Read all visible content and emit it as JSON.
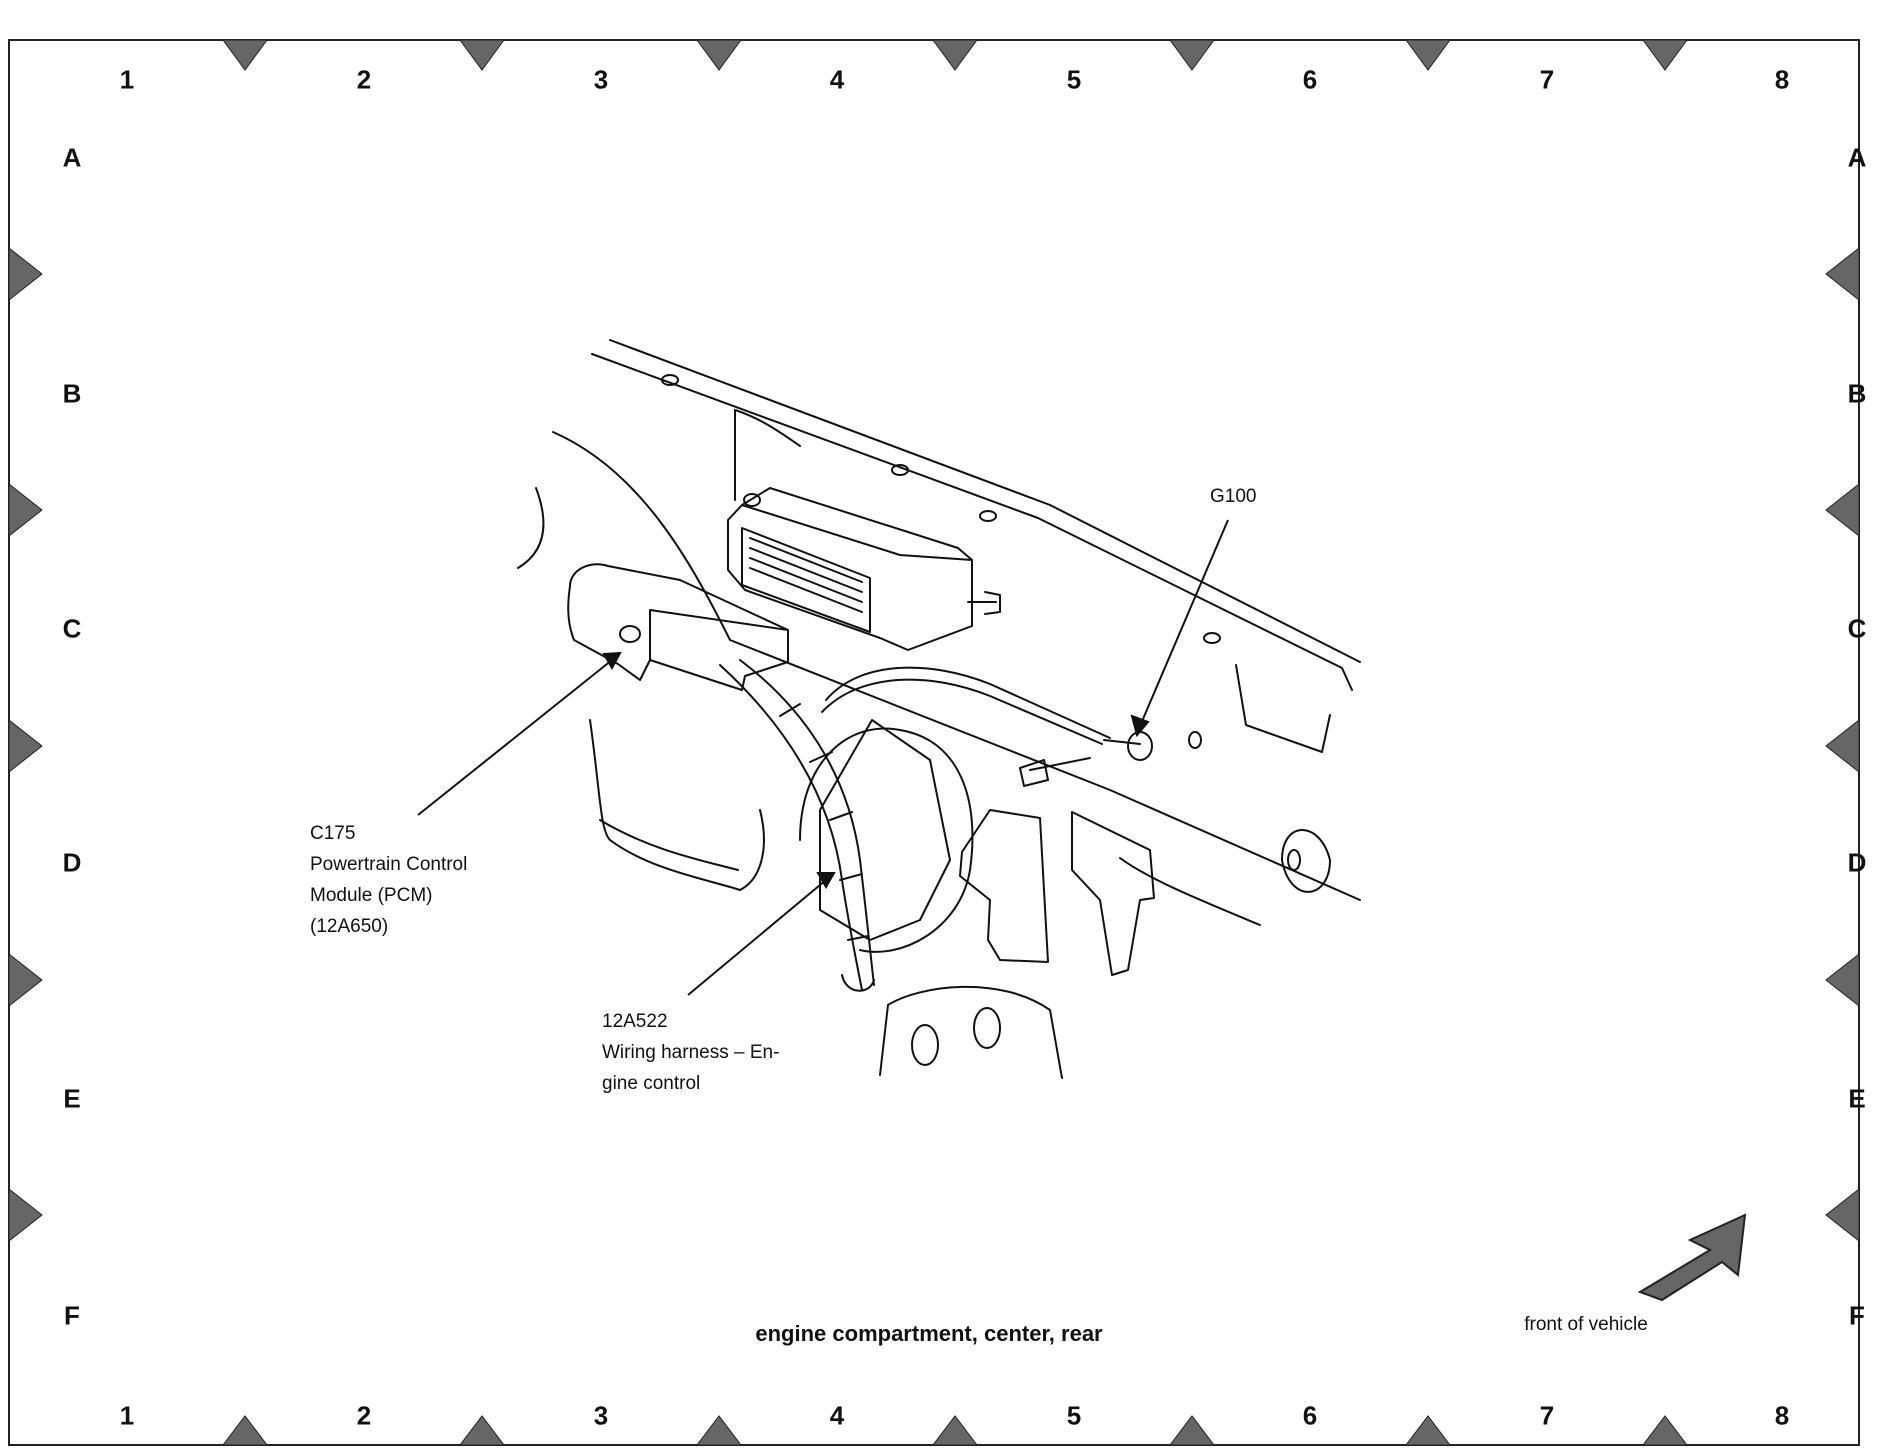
{
  "grid": {
    "columns": [
      "1",
      "2",
      "3",
      "4",
      "5",
      "6",
      "7",
      "8"
    ],
    "rows": [
      "A",
      "B",
      "C",
      "D",
      "E",
      "F"
    ]
  },
  "callouts": {
    "g100": {
      "label": "G100"
    },
    "pcm": {
      "lines": [
        "C175",
        "Powertrain Control",
        "Module (PCM)",
        "(12A650)"
      ]
    },
    "harness": {
      "lines": [
        "12A522",
        "Wiring harness – En-",
        "gine control"
      ]
    }
  },
  "caption": "engine compartment, center, rear",
  "orientation": {
    "label": "front of vehicle",
    "icon": "front-of-vehicle-arrow-icon"
  },
  "colors": {
    "ink": "#111111",
    "border": "#222222",
    "marker_fill": "#6a6a6a"
  }
}
